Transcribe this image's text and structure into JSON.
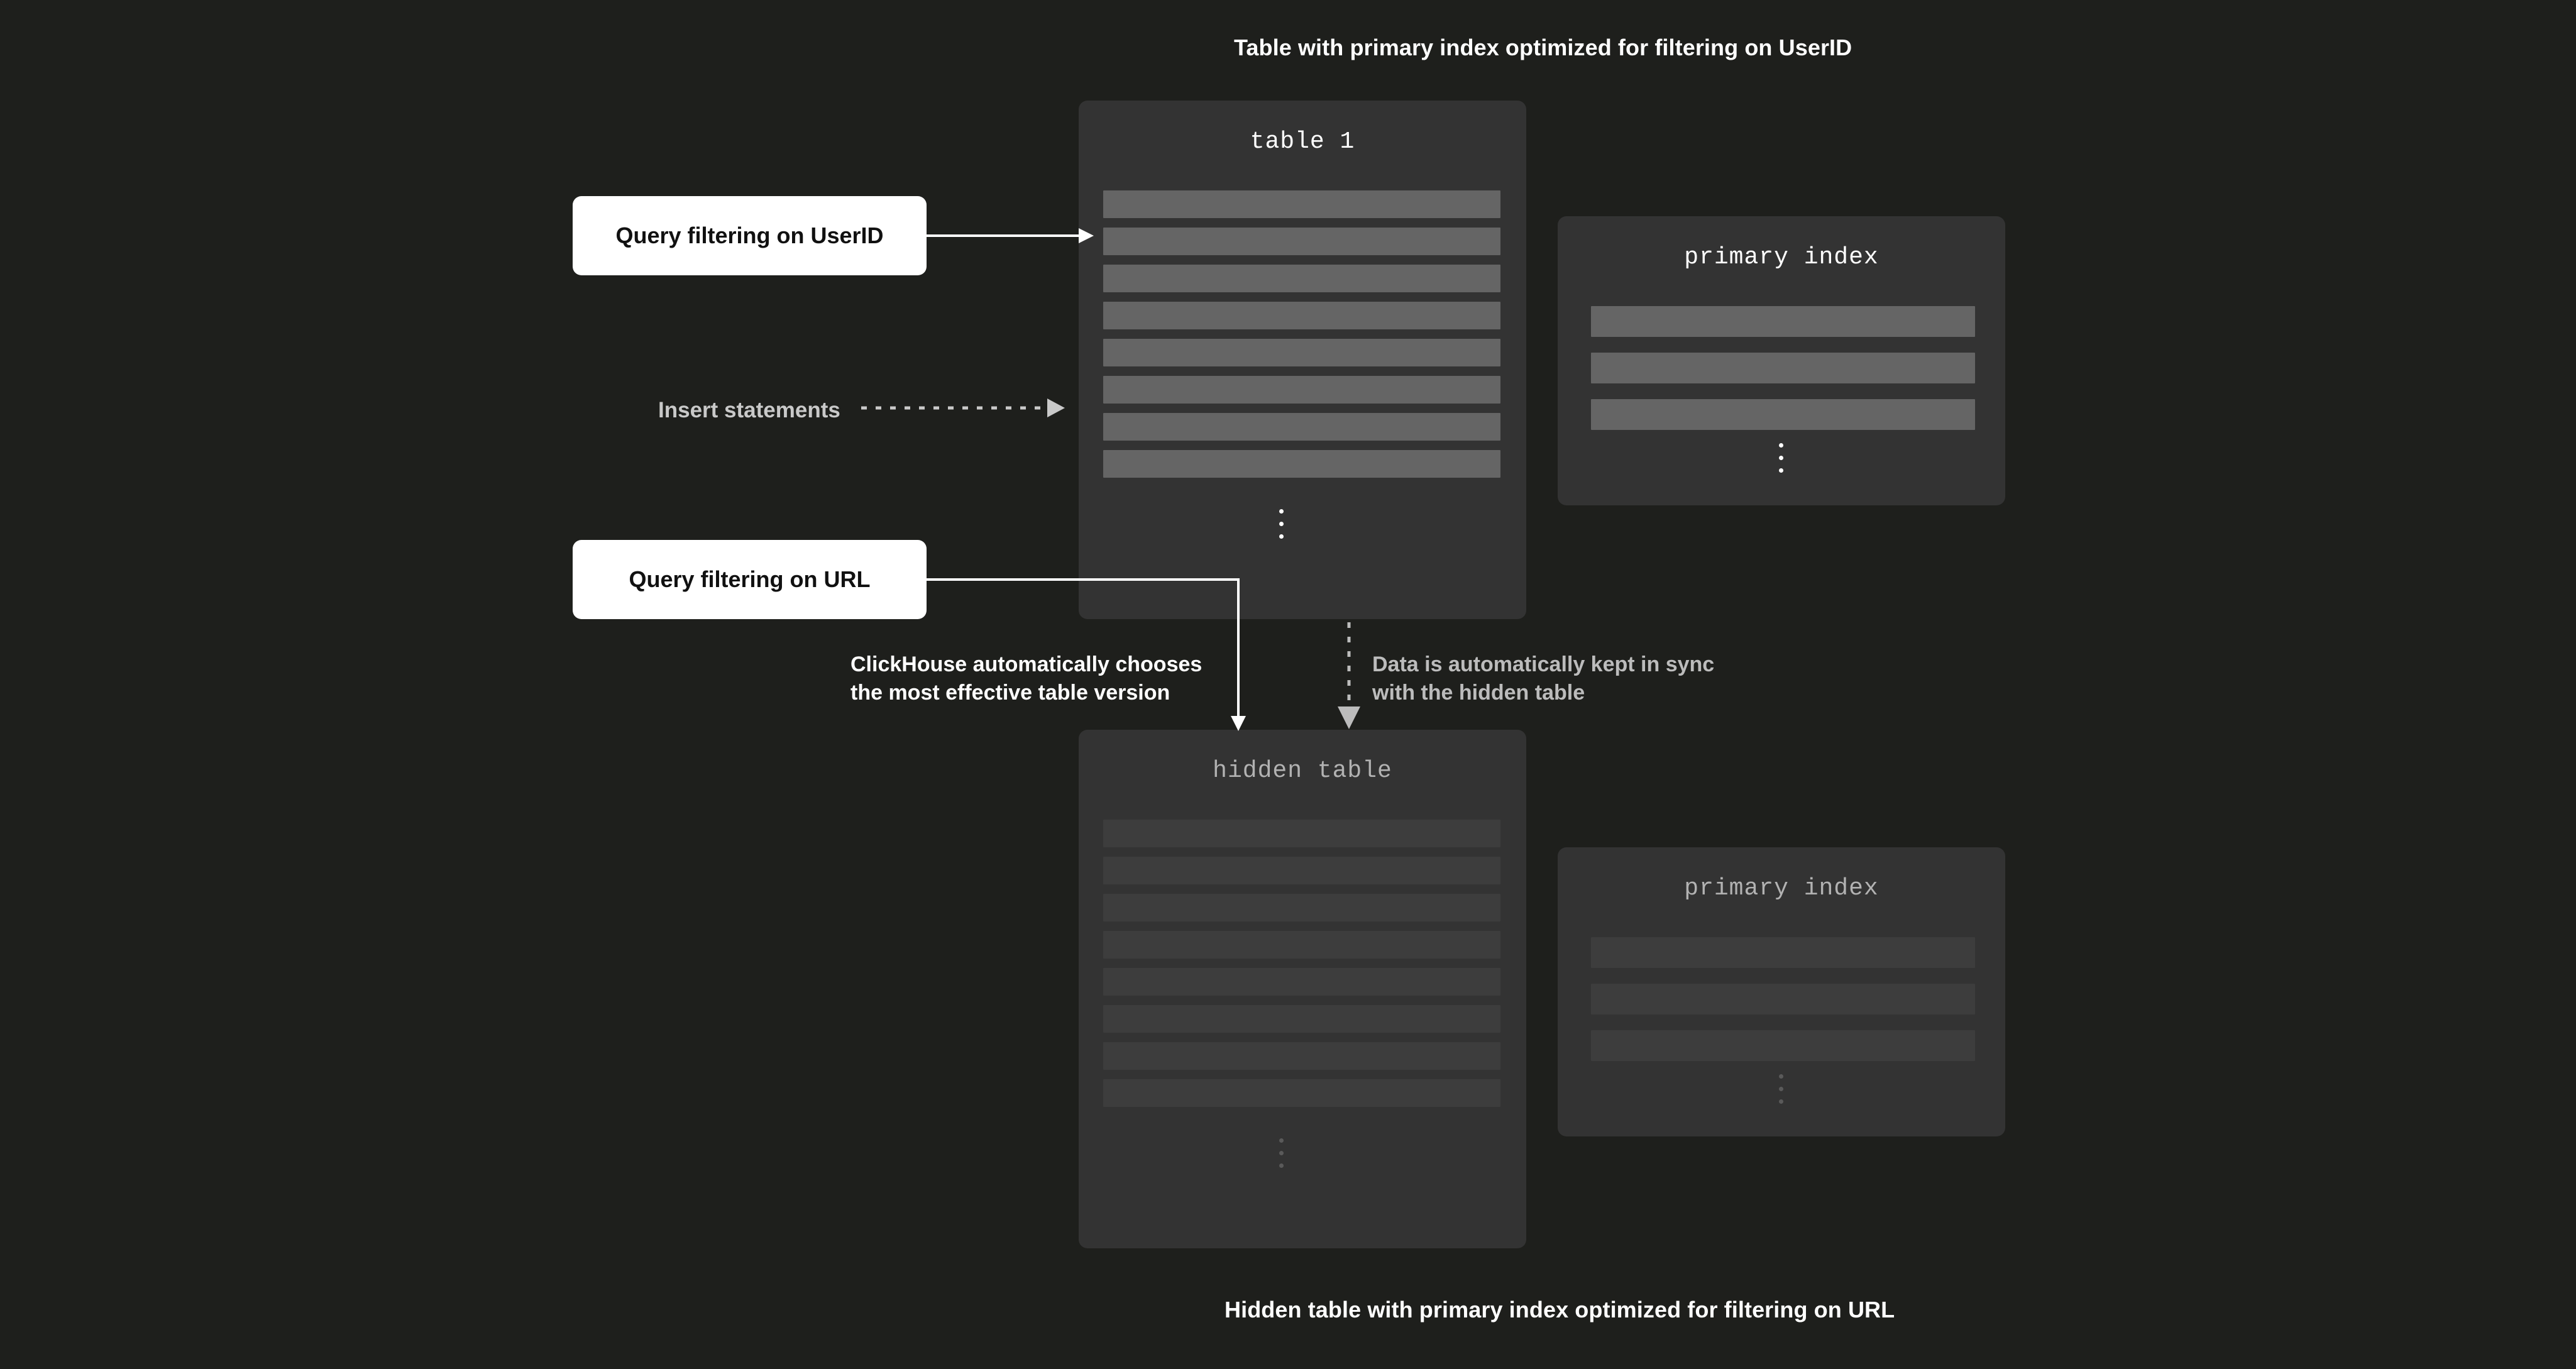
{
  "diagram": {
    "background_color": "#1e1f1c",
    "caption_top": "Table with primary index optimized for filtering on UserID",
    "caption_bottom": "Hidden table with primary index optimized for filtering on URL"
  },
  "colors": {
    "page_background": "#1e1f1c",
    "card_background": "#333333",
    "row_bright": "#656565",
    "row_dim": "#3d3d3d",
    "text_white": "#ffffff",
    "text_dim": "#bcbcbc",
    "callout_background": "#ffffff",
    "callout_text": "#111111"
  },
  "cards": {
    "table1": {
      "title": "table 1",
      "row_count": 8,
      "has_ellipsis": true,
      "state": "bright"
    },
    "primary_index_top": {
      "title": "primary index",
      "row_count": 3,
      "has_ellipsis": true,
      "state": "bright"
    },
    "hidden_table": {
      "title": "hidden table",
      "row_count": 8,
      "has_ellipsis": true,
      "state": "dim"
    },
    "primary_index_bottom": {
      "title": "primary index",
      "row_count": 3,
      "has_ellipsis": true,
      "state": "dim"
    }
  },
  "callouts": {
    "query_userid": "Query filtering on UserID",
    "query_url": "Query filtering on URL"
  },
  "annotations": {
    "insert_statements": "Insert statements",
    "clickhouse_chooses": "ClickHouse automatically chooses\nthe most effective table version",
    "data_kept_in_sync": "Data is automatically kept in sync\nwith the hidden table"
  },
  "connectors": [
    {
      "name": "query-userid-to-table1",
      "style": "solid",
      "color": "#ffffff",
      "from": "Query filtering on UserID",
      "to": "table 1"
    },
    {
      "name": "insert-statements-to-table1",
      "style": "dotted",
      "color": "#c9c9c9",
      "from": "Insert statements",
      "to": "table 1"
    },
    {
      "name": "query-url-to-hidden-table",
      "style": "solid",
      "color": "#ffffff",
      "from": "Query filtering on URL",
      "to": "hidden table"
    },
    {
      "name": "table1-to-hidden-table-sync",
      "style": "dotted",
      "color": "#bcbcbc",
      "from": "table 1",
      "to": "hidden table"
    }
  ]
}
